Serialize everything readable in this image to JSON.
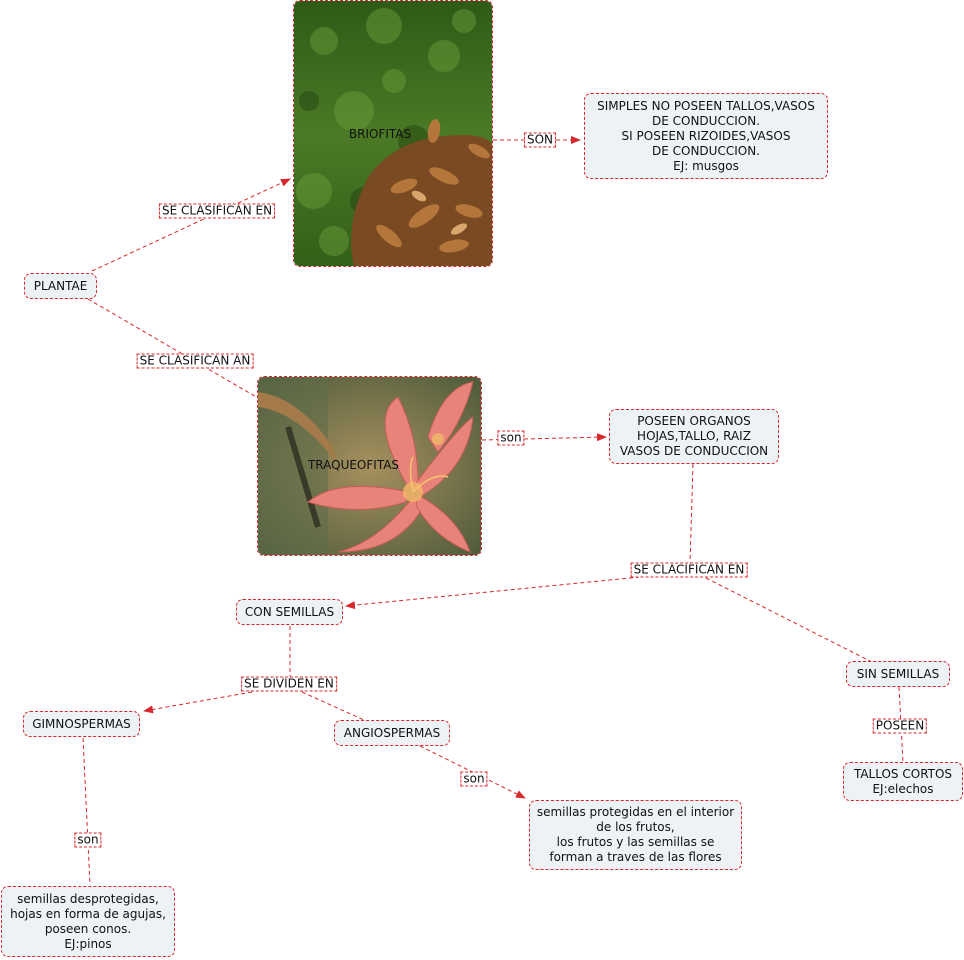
{
  "nodes": {
    "plantae": "PLANTAE",
    "briofitas": "BRIOFITAS",
    "briofitas_desc": "SIMPLES NO POSEEN TALLOS,VASOS\nDE CONDUCCION.\nSI POSEEN RIZOIDES,VASOS\nDE CONDUCCION.\nEJ: musgos",
    "traqueofitas": "TRAQUEOFITAS",
    "traqueofitas_desc": "POSEEN ORGANOS\nHOJAS,TALLO, RAIZ\nVASOS DE CONDUCCION",
    "con_semillas": "CON SEMILLAS",
    "sin_semillas": "SIN SEMILLAS",
    "tallos_cortos": "TALLOS CORTOS\nEJ:elechos",
    "gimnospermas": "GIMNOSPERMAS",
    "angiospermas": "ANGIOSPERMAS",
    "angiospermas_desc": "semillas protegidas en el interior\nde los frutos,\nlos frutos y las semillas se\nforman a traves de las flores",
    "gimnospermas_desc": "semillas desprotegidas,\nhojas en forma de agujas,\nposeen conos.\nEJ:pinos"
  },
  "links": {
    "se_clasifican_en_1": "SE CLASIFICAN EN",
    "se_clasifican_an": "SE CLASIFICAN AN",
    "son_1": "SON",
    "son_2": "son",
    "se_clacifican_en": "SE CLACIFICAN EN",
    "poseen": "POSEEN",
    "se_dividen_en": "SE DIVIDEN EN",
    "son_3": "son",
    "son_4": "son"
  },
  "colors": {
    "connector": "#d8282c",
    "node_fill": "#edf2f5",
    "moss": "#3d6b1f",
    "flower": "#e8837a"
  }
}
